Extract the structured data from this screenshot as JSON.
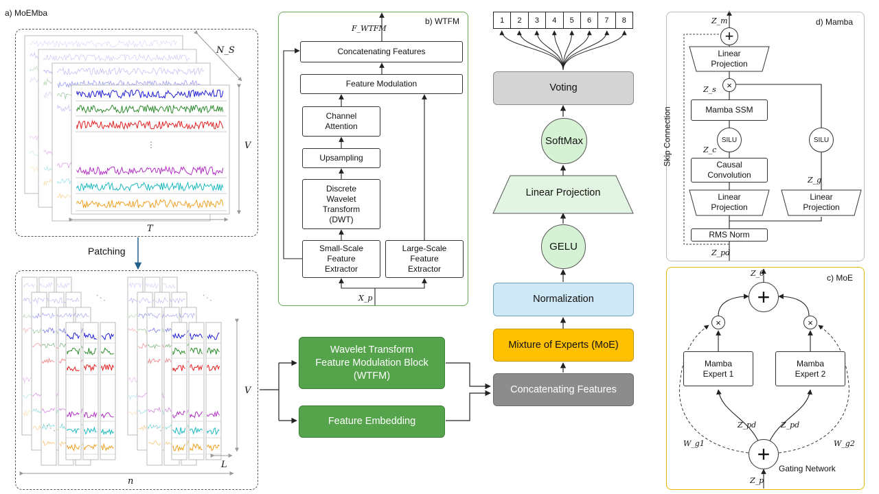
{
  "panels": {
    "a_label": "a) MoEMba",
    "b_label": "b) WTFM",
    "c_label": "c) MoE",
    "d_label": "d) Mamba"
  },
  "moemba": {
    "ns": "N_S",
    "v_top": "V",
    "t": "T",
    "patching": "Patching",
    "v_bottom": "V",
    "l": "L",
    "n": "n",
    "dots": "⋮",
    "ellipsis": "..."
  },
  "wtfm": {
    "f_wtfm": "F_WTFM",
    "concat": "Concatenating Features",
    "modulation": "Feature Modulation",
    "channel_attention": "Channel\nAttention",
    "upsampling": "Upsampling",
    "dwt": "Discrete\nWavelet\nTransform\n(DWT)",
    "small_scale": "Small-Scale\nFeature\nExtractor",
    "large_scale": "Large-Scale\nFeature\nExtractor",
    "xp": "X_p"
  },
  "pipeline": {
    "wtfm_block": "Wavelet Transform\nFeature Modulation Block\n(WTFM)",
    "feature_embedding": "Feature Embedding",
    "v": "V",
    "concat": "Concatenating Features",
    "moe": "Mixture of Experts (MoE)",
    "normalization": "Normalization",
    "gelu": "GELU",
    "linear_projection": "Linear Projection",
    "softmax": "SoftMax",
    "voting": "Voting",
    "classes": [
      "1",
      "2",
      "3",
      "4",
      "5",
      "6",
      "7",
      "8"
    ]
  },
  "mamba": {
    "zm": "Z_m",
    "linear_proj_top": "Linear\nProjection",
    "zs": "Z_s",
    "ssm": "Mamba SSM",
    "silu": "SILU",
    "silu_right": "SILU",
    "zc": "Z_c",
    "causal_conv": "Causal\nConvolution",
    "zg": "Z_g",
    "linear_proj_left": "Linear\nProjection",
    "linear_proj_right": "Linear\nProjection",
    "rms_norm": "RMS Norm",
    "zpd": "Z_pd",
    "skip": "Skip Connection"
  },
  "moe": {
    "ztheta": "Z_θ",
    "expert1": "Mamba\nExpert 1",
    "expert2": "Mamba\nExpert 2",
    "zpd_left": "Z_pd",
    "zpd_right": "Z_pd",
    "wg1": "W_g1",
    "wg2": "W_g2",
    "gating": "Gating Network",
    "zp": "Z_p"
  },
  "colors": {
    "signal": [
      "#7b7be6",
      "#1f1fd6",
      "#2e8b2e",
      "#e02020",
      "#b22fc4",
      "#1ab8c0",
      "#f0a020"
    ],
    "green": "#55a34a",
    "gray_box": "#d9d9d9",
    "concat_gray": "#8c8c8c",
    "moe_gold": "#ffc000",
    "norm_blue": "#cfe8f5",
    "gelu_green": "#d5f2d5"
  }
}
